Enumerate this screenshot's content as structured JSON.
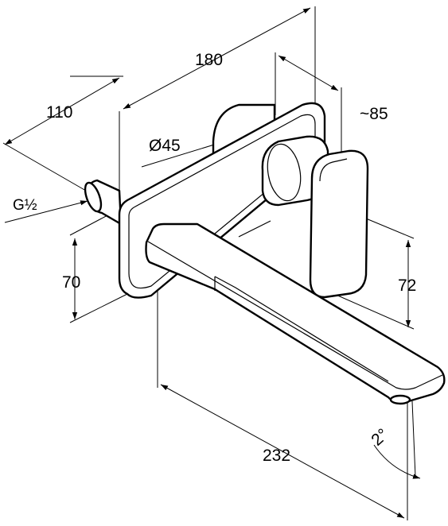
{
  "dimensions": {
    "width_180": "180",
    "depth_110": "110",
    "depth_85": "~85",
    "diameter_45": "Ø45",
    "thread": "G½",
    "height_70": "70",
    "height_72": "72",
    "spout_232": "232",
    "angle_2": "2°"
  },
  "colors": {
    "line": "#000000",
    "background": "#ffffff"
  }
}
